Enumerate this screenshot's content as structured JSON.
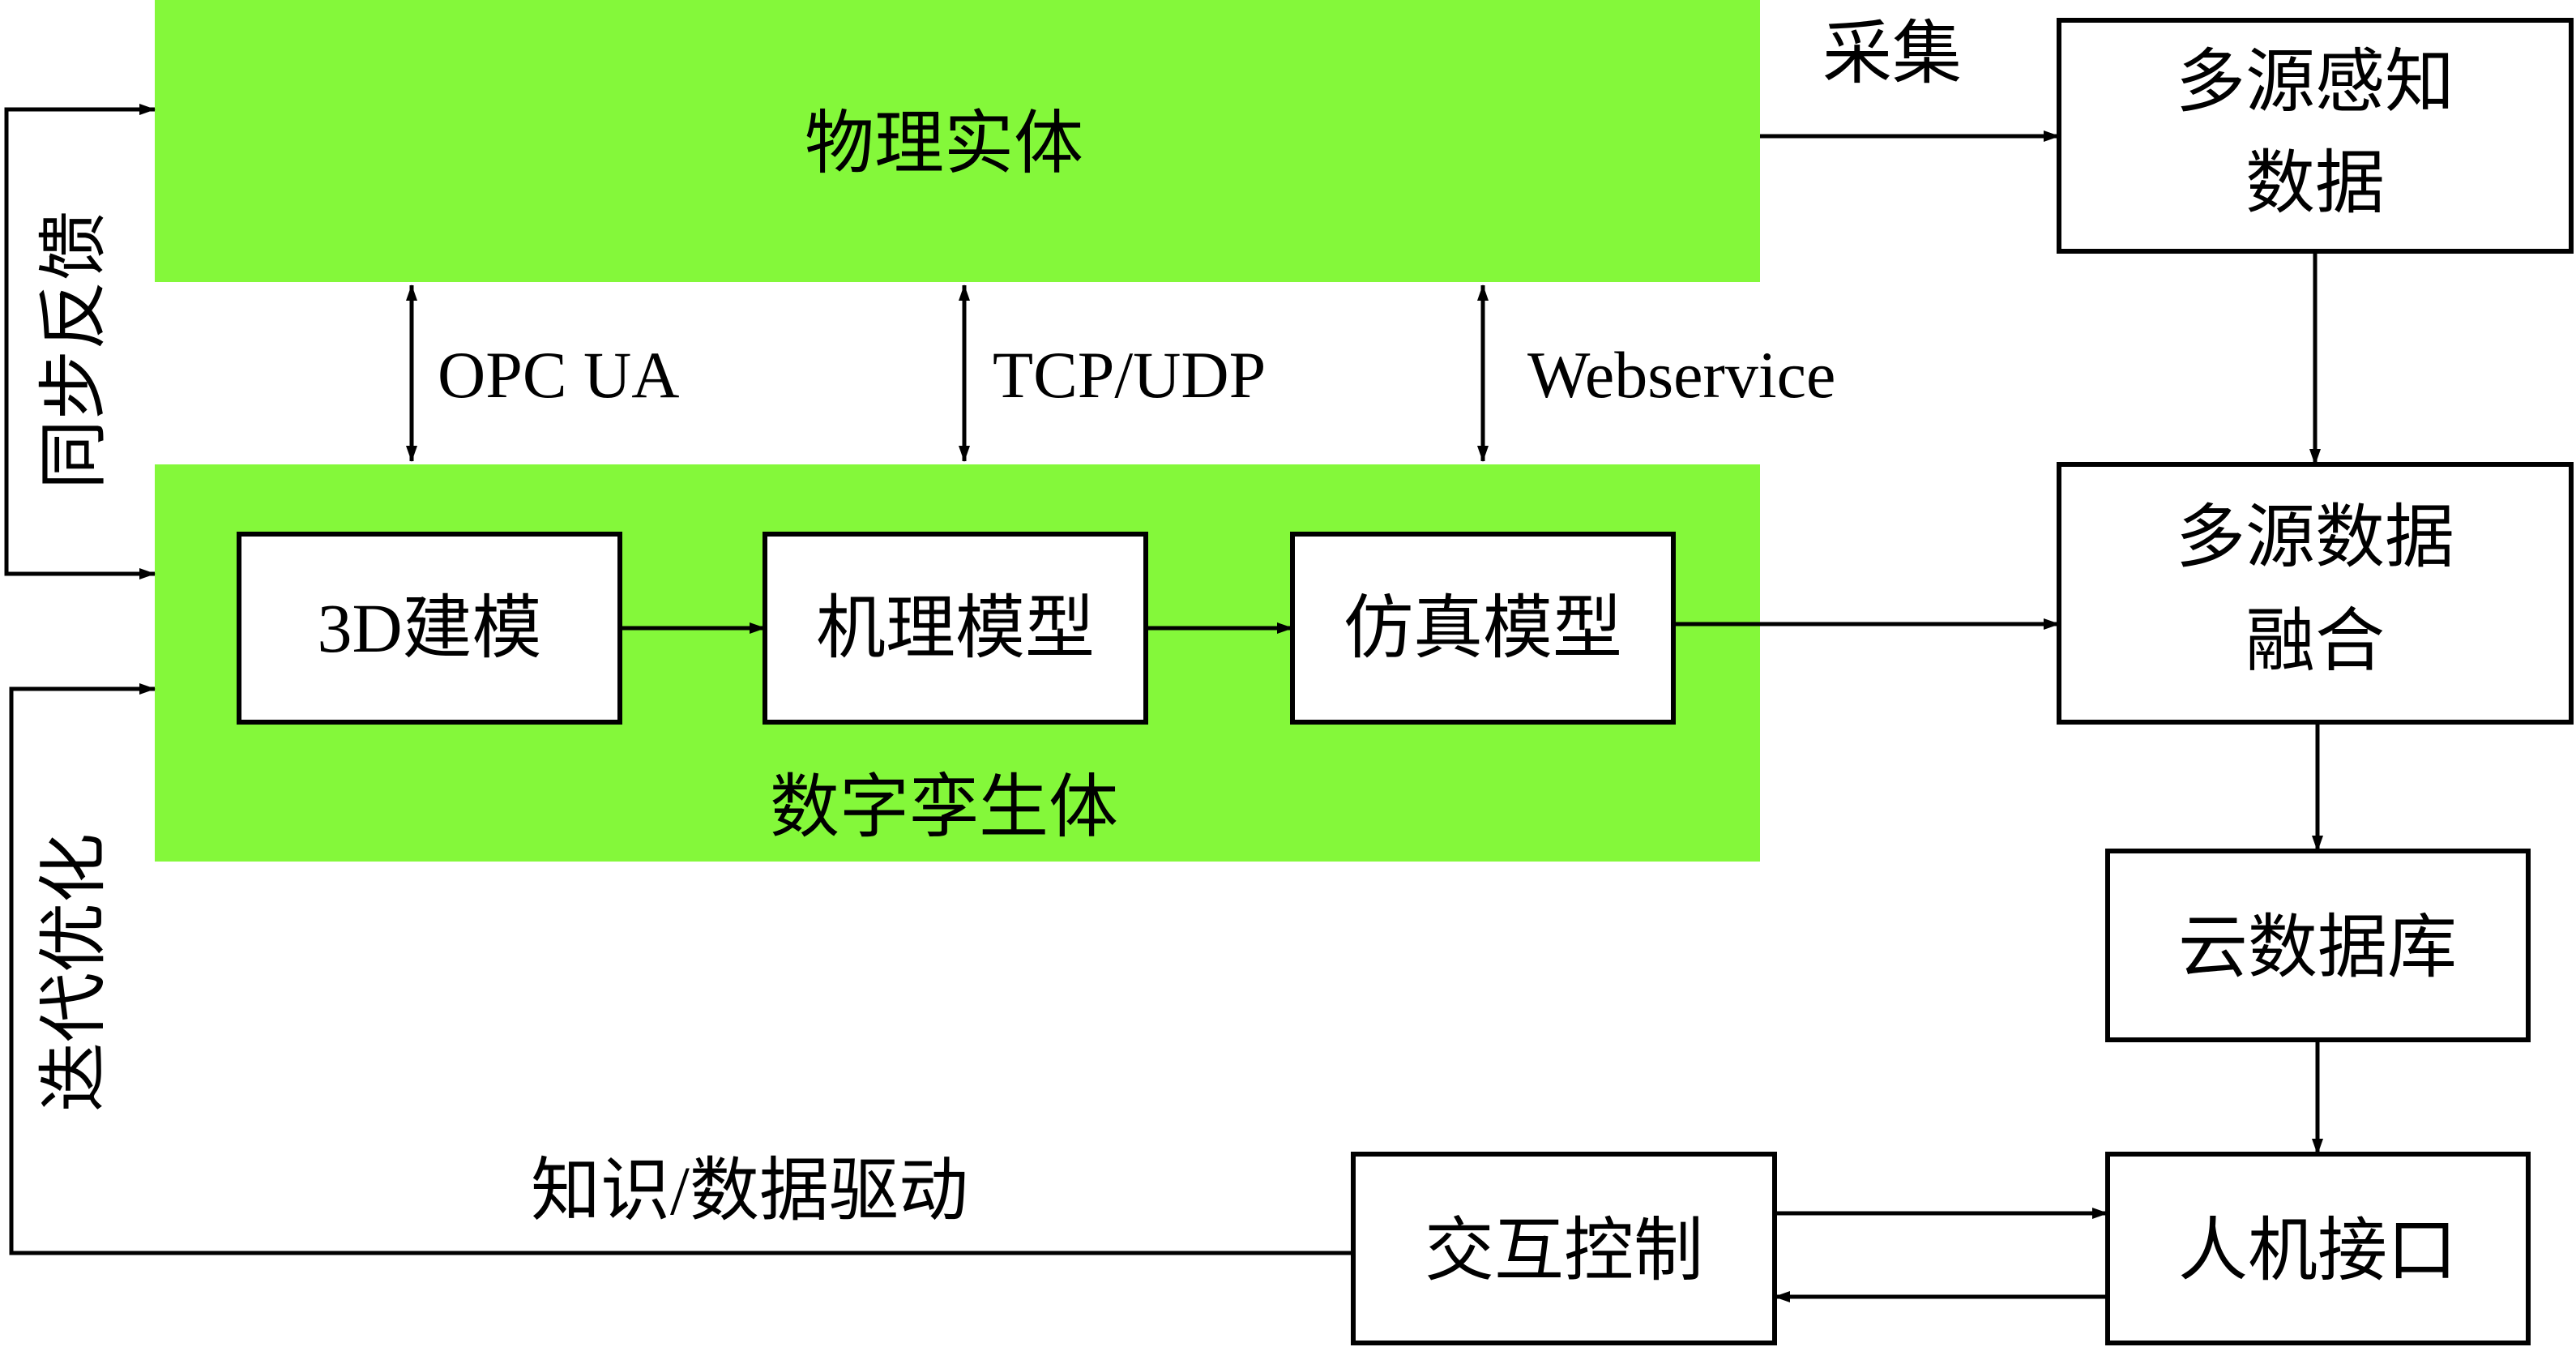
{
  "colors": {
    "entity_fill": "#84f83a",
    "box_stroke": "#000000",
    "text": "#000000",
    "background": "#ffffff"
  },
  "entities": {
    "physical": "物理实体",
    "digital_twin": "数字孪生体"
  },
  "twin_modules": {
    "modeling_3d": "3D建模",
    "mechanism_model": "机理模型",
    "simulation_model": "仿真模型"
  },
  "protocols": {
    "opc_ua": "OPC UA",
    "tcp_udp": "TCP/UDP",
    "webservice": "Webservice"
  },
  "pipeline": {
    "collect_label": "采集",
    "perception_line1": "多源感知",
    "perception_line2": "数据",
    "fusion_line1": "多源数据",
    "fusion_line2": "融合",
    "cloud_db": "云数据库",
    "hmi": "人机接口",
    "interaction": "交互控制"
  },
  "feedback": {
    "sync_feedback": "同步反馈",
    "iterative_optimization": "迭代优化",
    "knowledge_data_driven": "知识/数据驱动"
  }
}
